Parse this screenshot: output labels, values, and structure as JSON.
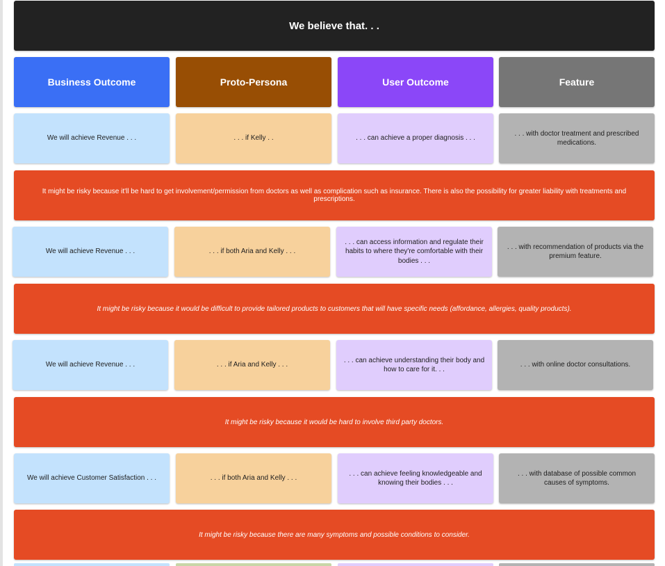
{
  "title": "We believe that. . .",
  "headers": [
    "Business Outcome",
    "Proto-Persona",
    "User Outcome",
    "Feature"
  ],
  "colors": {
    "title_bg": "#222222",
    "business_header": "#3a6ff5",
    "persona_header": "#984e04",
    "user_header": "#8b47f8",
    "feature_header": "#767676",
    "business_card": "#c3e2fd",
    "persona_card": "#f7d19c",
    "user_card": "#e0cdfd",
    "feature_card": "#b3b3b3",
    "risk_bar": "#e54b24"
  },
  "rows": [
    {
      "business": "We will achieve Revenue . . .",
      "persona": ". . . if Kelly  . .",
      "user": ". . . can achieve a proper diagnosis . . .",
      "feature": ". . . with doctor treatment and prescribed medications.",
      "risk": "It might be risky because it'll be hard to get involvement/permission from doctors as well as complication such as insurance. There is also the possibility for greater liability with treatments and prescriptions."
    },
    {
      "business": "We will achieve Revenue . . .",
      "persona": ". . . if both Aria and Kelly . . .",
      "user": ". . . can access information and regulate their habits to where they're comfortable with their bodies . . .",
      "feature": ". . . with recommendation of products via the premium feature.",
      "risk": "It might be risky because it would be difficult to provide tailored products to customers that will have specific needs (affordance, allergies, quality products)."
    },
    {
      "business": "We will achieve Revenue . . .",
      "persona": ". . . if Aria and Kelly . . .",
      "user": ". . . can achieve understanding their body and how to care for it. . .",
      "feature": ". . . with online doctor consultations.",
      "risk": "It might be risky because it would be hard to involve third party doctors."
    },
    {
      "business": "We will achieve Customer Satisfaction . . .",
      "persona": ". . . if both Aria and Kelly . . .",
      "user": ". . . can achieve feeling knowledgeable and knowing their bodies . . .",
      "feature": ". . . with database of possible common causes of symptoms.",
      "risk": "It might be risky because there are many symptoms and possible conditions to consider."
    }
  ]
}
